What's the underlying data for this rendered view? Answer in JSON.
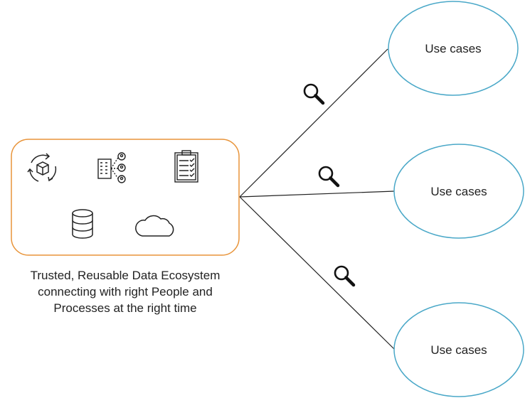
{
  "colors": {
    "ecosystem_border": "#e8943a",
    "use_case_border": "#4aa8c8",
    "connector": "#222222",
    "icon_stroke": "#222222"
  },
  "ecosystem": {
    "icons": [
      "supply-cycle-icon",
      "building-people-icon",
      "clipboard-checklist-icon",
      "database-icon",
      "cloud-icon"
    ],
    "caption_lines": [
      "Trusted, Reusable Data Ecosystem",
      "connecting with right People and",
      "Processes at the right time"
    ]
  },
  "use_cases": [
    {
      "label": "Use cases"
    },
    {
      "label": "Use cases"
    },
    {
      "label": "Use cases"
    }
  ],
  "connector_icon": "magnifier-icon"
}
